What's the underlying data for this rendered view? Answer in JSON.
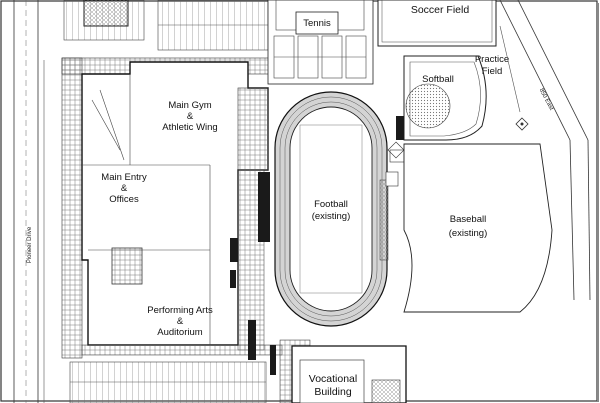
{
  "labels": {
    "soccer_field": "Soccer Field",
    "tennis": "Tennis",
    "softball": "Softball",
    "practice_field_1": "Practice",
    "practice_field_2": "Field",
    "main_gym_1": "Main Gym",
    "main_gym_2": "&",
    "main_gym_3": "Athletic Wing",
    "main_entry_1": "Main Entry",
    "main_entry_2": "&",
    "main_entry_3": "Offices",
    "football_1": "Football",
    "football_2": "(existing)",
    "baseball_1": "Baseball",
    "baseball_2": "(existing)",
    "performing_arts_1": "Performing Arts",
    "performing_arts_2": "&",
    "performing_arts_3": "Auditorium",
    "vocational_1": "Vocational",
    "vocational_2": "Building",
    "pioneer_drive": "Pioneer Drive",
    "east_road": "850 East"
  },
  "colors": {
    "background": "#ffffff",
    "line": "#222222",
    "hatch": "#888888",
    "dark_fill": "#1a1a1a",
    "track_fill": "#cfcfcf"
  }
}
